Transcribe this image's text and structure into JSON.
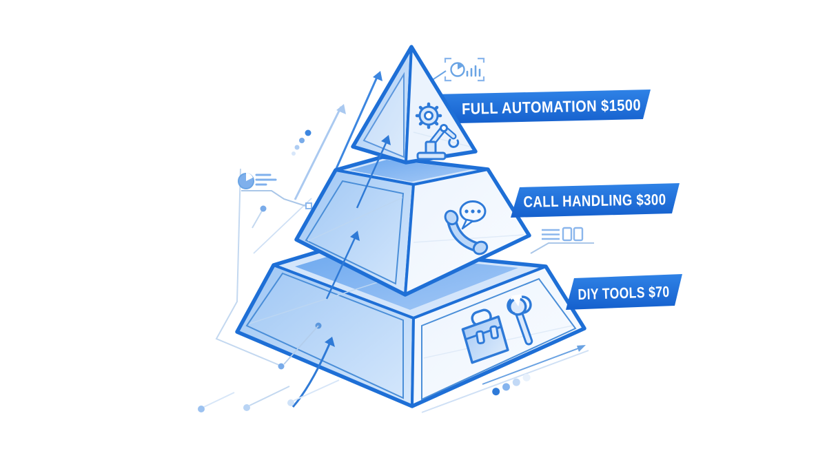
{
  "pyramid": {
    "tiers": [
      {
        "label": "FULL AUTOMATION $1500",
        "icon": "robot-arm-icon"
      },
      {
        "label": "CALL HANDLING $300",
        "icon": "phone-chat-icon"
      },
      {
        "label": "DIY TOOLS $70",
        "icon": "toolbox-wrench-icon"
      }
    ]
  },
  "decorations": {
    "top_icon": "analytics-brackets-icon",
    "left_icon": "pie-report-icon",
    "right_icon": "list-fields-icon"
  },
  "colors": {
    "banner_blue": "#1b6cd9",
    "outline_blue": "#1e6fd6",
    "icon_blue": "#2e7ad8",
    "light_blue": "#d7e8fc",
    "background": "#ffffff"
  }
}
